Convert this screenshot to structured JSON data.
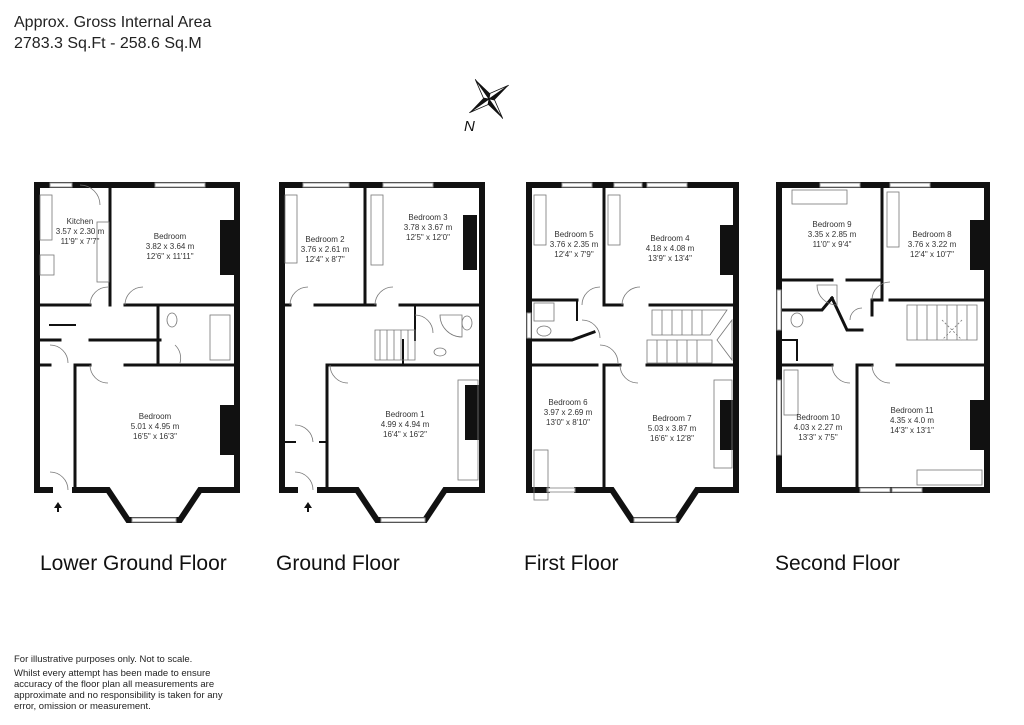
{
  "header": {
    "area_title": "Approx. Gross Internal Area",
    "area_value": "2783.3 Sq.Ft - 258.6 Sq.M"
  },
  "compass": {
    "north_label": "N",
    "icon": "compass-rose-icon"
  },
  "floors": [
    {
      "name": "Lower Ground Floor",
      "rooms": [
        {
          "name": "Kitchen",
          "metric": "3.57 x 2.30 m",
          "imperial": "11'9\" x 7'7\""
        },
        {
          "name": "Bedroom",
          "metric": "3.82 x 3.64 m",
          "imperial": "12'6\" x 11'11\""
        },
        {
          "name": "Bedroom",
          "metric": "5.01 x 4.95 m",
          "imperial": "16'5\" x 16'3\""
        }
      ]
    },
    {
      "name": "Ground Floor",
      "rooms": [
        {
          "name": "Bedroom 2",
          "metric": "3.76 x 2.61 m",
          "imperial": "12'4\" x 8'7\""
        },
        {
          "name": "Bedroom 3",
          "metric": "3.78 x 3.67 m",
          "imperial": "12'5\" x 12'0\""
        },
        {
          "name": "Bedroom 1",
          "metric": "4.99 x 4.94 m",
          "imperial": "16'4\" x 16'2\""
        }
      ]
    },
    {
      "name": "First Floor",
      "rooms": [
        {
          "name": "Bedroom 5",
          "metric": "3.76 x 2.35 m",
          "imperial": "12'4\" x 7'9\""
        },
        {
          "name": "Bedroom 4",
          "metric": "4.18 x 4.08 m",
          "imperial": "13'9\" x 13'4\""
        },
        {
          "name": "Bedroom 6",
          "metric": "3.97 x 2.69 m",
          "imperial": "13'0\" x 8'10\""
        },
        {
          "name": "Bedroom 7",
          "metric": "5.03 x 3.87 m",
          "imperial": "16'6\" x 12'8\""
        }
      ]
    },
    {
      "name": "Second Floor",
      "rooms": [
        {
          "name": "Bedroom 9",
          "metric": "3.35 x 2.85 m",
          "imperial": "11'0\" x 9'4\""
        },
        {
          "name": "Bedroom 8",
          "metric": "3.76 x 3.22 m",
          "imperial": "12'4\" x 10'7\""
        },
        {
          "name": "Bedroom 10",
          "metric": "4.03 x 2.27 m",
          "imperial": "13'3\" x 7'5\""
        },
        {
          "name": "Bedroom 11",
          "metric": "4.35 x 4.0 m",
          "imperial": "14'3\" x 13'1\""
        }
      ]
    }
  ],
  "disclaimer": {
    "line1": "For illustrative purposes only. Not to scale.",
    "line2": "Whilst every attempt has been made to ensure accuracy of the floor plan all measurements are approximate and no responsibility is taken for any error, omission or measurement."
  },
  "colors": {
    "wall": "#111111",
    "window": "#bbbbbb",
    "text": "#333333"
  }
}
